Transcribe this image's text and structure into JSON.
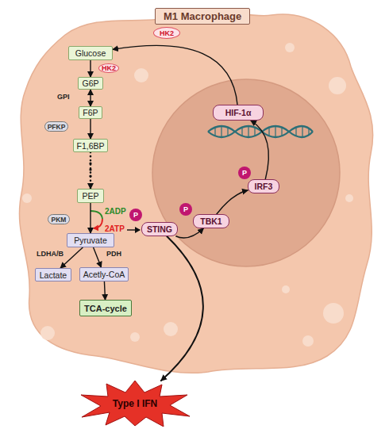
{
  "diagram": {
    "nodes": [
      {
        "text": [
          "M1 Macrophage"
        ]
      },
      {
        "text": [
          "HK2"
        ],
        "in": 0
      },
      {
        "text": [
          "Glucose"
        ],
        "in": 0
      },
      {
        "text": [
          "HK2"
        ],
        "in": 0
      },
      {
        "text": [
          "G6P"
        ],
        "in": 0
      },
      {
        "text": [
          "HIF-1α"
        ],
        "in": 0
      },
      {
        "text": [
          "F6P"
        ],
        "in": 0
      },
      {
        "text": [
          "PFKP"
        ],
        "in": 0
      },
      {
        "text": [
          "F1,6BP"
        ],
        "in": 0
      },
      {
        "text": [
          "P"
        ],
        "in": 0
      },
      {
        "text": [
          "IRF3"
        ],
        "in": 0
      },
      {
        "text": [
          "P"
        ],
        "in": 0
      },
      {
        "text": [
          "TBK1"
        ],
        "in": 0
      },
      {
        "text": [
          "PEP"
        ],
        "in": 0
      },
      {
        "text": [
          "P"
        ],
        "in": 0
      },
      {
        "text": [
          "STING"
        ],
        "in": 0
      },
      {
        "text": [
          "PKM"
        ],
        "in": 0
      },
      {
        "text": [
          "Pyruvate"
        ],
        "in": 0
      },
      {
        "text": [
          "Lactate"
        ],
        "in": 0
      },
      {
        "text": [
          "Acetly-CoA"
        ],
        "in": 0
      },
      {
        "text": [
          "TCA-cycle"
        ],
        "in": 0
      },
      {
        "text": [
          "Type I IFN"
        ]
      }
    ],
    "edges": [
      {
        "from": 2,
        "to": 4,
        "arrow": "to"
      },
      {
        "from": 4,
        "to": 6,
        "arrow": "both"
      },
      {
        "from": 6,
        "to": 8,
        "arrow": "to"
      },
      {
        "from": 8,
        "to": 13,
        "arrow": "to"
      },
      {
        "from": 13,
        "to": 17,
        "arrow": "to"
      },
      {
        "from": 17,
        "to": 18,
        "arrow": "to"
      },
      {
        "from": 17,
        "to": 19,
        "arrow": "to"
      },
      {
        "from": 19,
        "to": 20,
        "arrow": "to"
      },
      {
        "from": 15,
        "to": 12,
        "arrow": "to"
      },
      {
        "from": 12,
        "to": 10,
        "arrow": "to"
      },
      {
        "from": 10,
        "to": 5,
        "arrow": "to"
      },
      {
        "from": 5,
        "to": 2,
        "arrow": "to"
      },
      {
        "from": 15,
        "to": 21,
        "arrow": "to"
      }
    ],
    "labels": [
      "GPI",
      "2ADP",
      "2ATP",
      "LDHA/B",
      "PDH"
    ]
  }
}
